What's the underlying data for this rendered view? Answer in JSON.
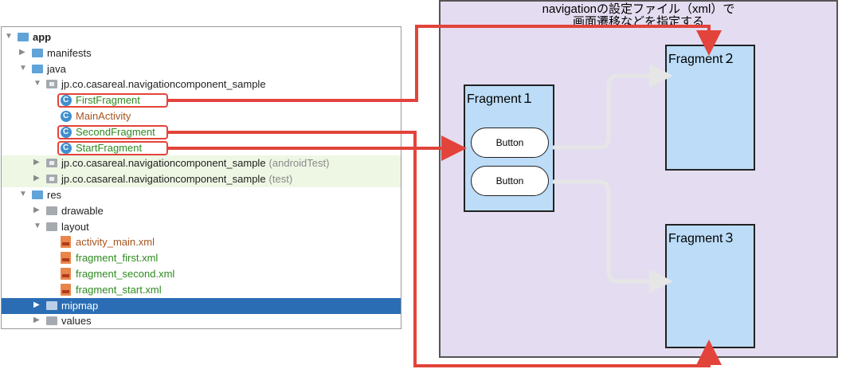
{
  "tree": {
    "rows": [
      {
        "label": "app",
        "suffix": "",
        "indent": 0,
        "arrow": "▼",
        "icon": "folder-icon",
        "color": "normal",
        "bold": true
      },
      {
        "label": "manifests",
        "suffix": "",
        "indent": 1,
        "arrow": "▶",
        "icon": "folder-icon",
        "color": "normal",
        "bold": false
      },
      {
        "label": "java",
        "suffix": "",
        "indent": 1,
        "arrow": "▼",
        "icon": "folder-icon",
        "color": "normal",
        "bold": false
      },
      {
        "label": "jp.co.casareal.navigationcomponent_sample",
        "suffix": "",
        "indent": 2,
        "arrow": "▼",
        "icon": "package-icon",
        "color": "normal",
        "bold": false
      },
      {
        "label": "FirstFragment",
        "suffix": "",
        "indent": 3,
        "arrow": "",
        "icon": "class-icon",
        "color": "green",
        "bold": false,
        "highlight": true
      },
      {
        "label": "MainActivity",
        "suffix": "",
        "indent": 3,
        "arrow": "",
        "icon": "class-icon",
        "color": "brown",
        "bold": false
      },
      {
        "label": "SecondFragment",
        "suffix": "",
        "indent": 3,
        "arrow": "",
        "icon": "class-icon",
        "color": "green",
        "bold": false,
        "highlight": true
      },
      {
        "label": "StartFragment",
        "suffix": "",
        "indent": 3,
        "arrow": "",
        "icon": "class-icon",
        "color": "green",
        "bold": false,
        "highlight": true
      },
      {
        "label": "jp.co.casareal.navigationcomponent_sample",
        "suffix": "(androidTest)",
        "indent": 2,
        "arrow": "▶",
        "icon": "package-icon",
        "color": "normal",
        "bold": false,
        "tinted": true
      },
      {
        "label": "jp.co.casareal.navigationcomponent_sample",
        "suffix": "(test)",
        "indent": 2,
        "arrow": "▶",
        "icon": "package-icon",
        "color": "normal",
        "bold": false,
        "tinted": true
      },
      {
        "label": "res",
        "suffix": "",
        "indent": 1,
        "arrow": "▼",
        "icon": "folder-icon",
        "color": "normal",
        "bold": false
      },
      {
        "label": "drawable",
        "suffix": "",
        "indent": 2,
        "arrow": "▶",
        "icon": "folder-icon",
        "color": "normal",
        "bold": false
      },
      {
        "label": "layout",
        "suffix": "",
        "indent": 2,
        "arrow": "▼",
        "icon": "folder-icon",
        "color": "normal",
        "bold": false
      },
      {
        "label": "activity_main.xml",
        "suffix": "",
        "indent": 3,
        "arrow": "",
        "icon": "xml-file-icon",
        "color": "brown",
        "bold": false
      },
      {
        "label": "fragment_first.xml",
        "suffix": "",
        "indent": 3,
        "arrow": "",
        "icon": "xml-file-icon",
        "color": "green",
        "bold": false
      },
      {
        "label": "fragment_second.xml",
        "suffix": "",
        "indent": 3,
        "arrow": "",
        "icon": "xml-file-icon",
        "color": "green",
        "bold": false
      },
      {
        "label": "fragment_start.xml",
        "suffix": "",
        "indent": 3,
        "arrow": "",
        "icon": "xml-file-icon",
        "color": "green",
        "bold": false
      },
      {
        "label": "mipmap",
        "suffix": "",
        "indent": 2,
        "arrow": "▶",
        "icon": "folder-icon",
        "color": "normal",
        "bold": false,
        "selected": true
      },
      {
        "label": "values",
        "suffix": "",
        "indent": 2,
        "arrow": "▶",
        "icon": "folder-icon",
        "color": "normal",
        "bold": false
      }
    ]
  },
  "nav": {
    "title_line1": "navigationの設定ファイル（xml）で",
    "title_line2": "画面遷移などを指定する",
    "fragment1": {
      "label": "Fragment１",
      "button1": "Button",
      "button2": "Button"
    },
    "fragment2": {
      "label": "Fragment２"
    },
    "fragment3": {
      "label": "Fragment３"
    }
  },
  "colors": {
    "arrow_red": "#e2443b",
    "connector_grey": "#e6e6e6",
    "fragment_fill": "#bcdcf7",
    "nav_background": "#e4dcf0",
    "selection_blue": "#2a6db5",
    "class_green": "#2e8a1f",
    "class_brown": "#a8541e"
  }
}
